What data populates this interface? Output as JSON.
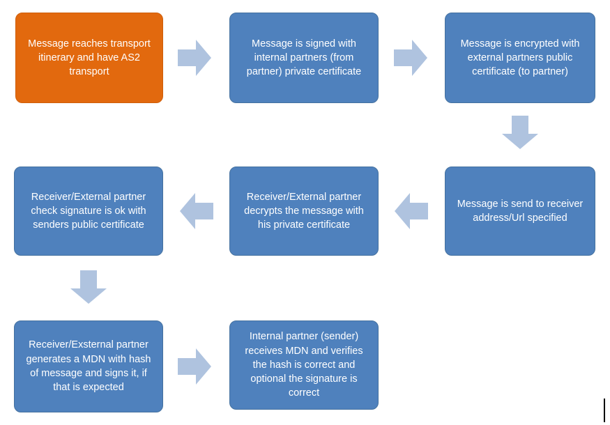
{
  "colors": {
    "start_box": "#E2690E",
    "process_box": "#4F81BD",
    "arrow": "#AFC3DF",
    "text": "#FFFFFF"
  },
  "steps": [
    {
      "id": 1,
      "text": "Message reaches transport itinerary and have AS2 transport"
    },
    {
      "id": 2,
      "text": "Message is signed with internal partners (from partner) private certificate"
    },
    {
      "id": 3,
      "text": "Message is encrypted with external partners public certificate (to partner)"
    },
    {
      "id": 4,
      "text": "Message is send to receiver address/Url specified"
    },
    {
      "id": 5,
      "text": "Receiver/External partner decrypts the message with his private certificate"
    },
    {
      "id": 6,
      "text": "Receiver/External partner check signature is ok with senders public certificate"
    },
    {
      "id": 7,
      "text": "Receiver/Exsternal partner generates a MDN with hash of message and signs it, if that is expected"
    },
    {
      "id": 8,
      "text": "Internal partner (sender) receives MDN and verifies the hash is correct and optional the signature is correct"
    }
  ],
  "arrows": [
    {
      "from": 1,
      "to": 2,
      "direction": "right"
    },
    {
      "from": 2,
      "to": 3,
      "direction": "right"
    },
    {
      "from": 3,
      "to": 4,
      "direction": "down"
    },
    {
      "from": 4,
      "to": 5,
      "direction": "left"
    },
    {
      "from": 5,
      "to": 6,
      "direction": "left"
    },
    {
      "from": 6,
      "to": 7,
      "direction": "down"
    },
    {
      "from": 7,
      "to": 8,
      "direction": "right"
    }
  ]
}
